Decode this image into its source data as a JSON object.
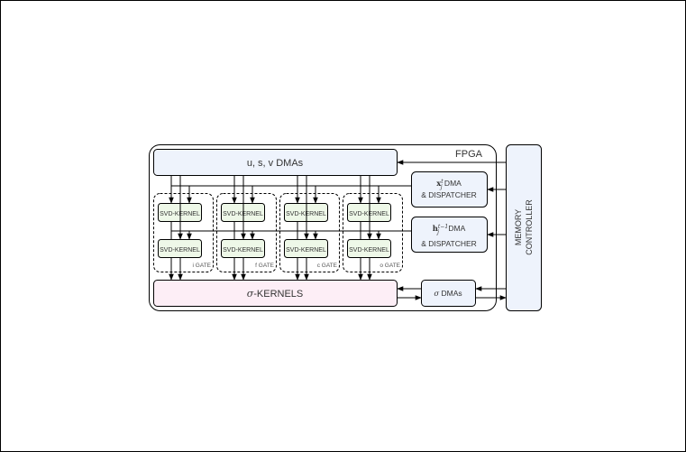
{
  "diagram": {
    "fpga_label": "FPGA",
    "memory_controller": [
      "MEMORY",
      "CONTROLLER"
    ],
    "usv_dmas": "u, s, v DMAs",
    "x_dma": {
      "symbol": "x",
      "sup": "t",
      "sub": "j",
      "line1_suffix": " DMA",
      "line2": "& DISPATCHER"
    },
    "h_dma": {
      "symbol": "h",
      "sup": "t−1",
      "sub": "j",
      "line1_suffix": " DMA",
      "line2": "& DISPATCHER"
    },
    "sigma_kernels": "σ-KERNELS",
    "sigma_kernels_suffix": "-KERNELS",
    "sigma_symbol": "σ",
    "sigma_dmas_suffix": " DMAs",
    "kernel_label": "SVD-KERNEL",
    "gates": [
      {
        "name": "i",
        "label": "i GATE"
      },
      {
        "name": "f",
        "label": "f GATE"
      },
      {
        "name": "c",
        "label": "c GATE"
      },
      {
        "name": "o",
        "label": "o GATE"
      }
    ],
    "colors": {
      "dma_fill": "#eef3fc",
      "kernel_fill": "#eef8e8",
      "sigma_fill": "#fdeef6",
      "stroke": "#000000"
    }
  }
}
